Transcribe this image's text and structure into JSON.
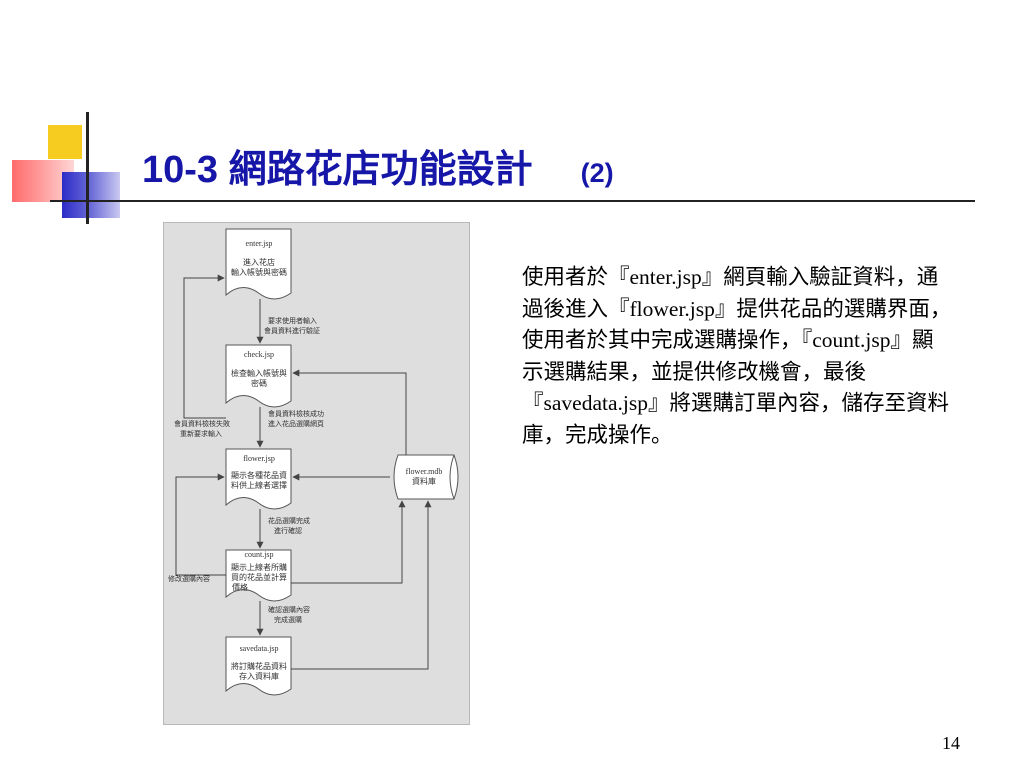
{
  "slide": {
    "title_main": "10-3 網路花店功能設計",
    "title_sub": "(2)",
    "description": "使用者於『enter.jsp』網頁輸入驗証資料，通過後進入『flower.jsp』提供花品的選購界面，使用者於其中完成選購操作，『count.jsp』顯示選購結果，並提供修改機會，最後『savedata.jsp』將選購訂單內容，儲存至資料庫，完成操作。",
    "page_number": "14"
  },
  "diagram": {
    "nodes": {
      "enter": {
        "name": "enter.jsp",
        "line1": "進入花店",
        "line2": "輸入帳號與密碼"
      },
      "check": {
        "name": "check.jsp",
        "line1": "檢查輸入帳號與",
        "line2": "密碼"
      },
      "flower": {
        "name": "flower.jsp",
        "line1": "顯示各種花品資",
        "line2": "料供上線者選擇"
      },
      "count": {
        "name": "count.jsp",
        "line1": "顯示上線者所購",
        "line2": "買的花品並計算",
        "line3": "價格"
      },
      "savedata": {
        "name": "savedata.jsp",
        "line1": "將訂購花品資料",
        "line2": "存入資料庫"
      },
      "database": {
        "name": "flower.mdb",
        "line1": "資料庫"
      }
    },
    "edges": {
      "enter_check_1": "要求使用者輸入",
      "enter_check_2": "會員資料進行驗証",
      "check_enter_1": "會員資料檢核失敗",
      "check_enter_2": "重新要求輸入",
      "check_flower_1": "會員資料檢核成功",
      "check_flower_2": "進入花品選購網頁",
      "flower_count_1": "花品選購完成",
      "flower_count_2": "進行確認",
      "count_flower": "修改選購內容",
      "count_save_1": "確認選購內容",
      "count_save_2": "完成選購"
    }
  }
}
